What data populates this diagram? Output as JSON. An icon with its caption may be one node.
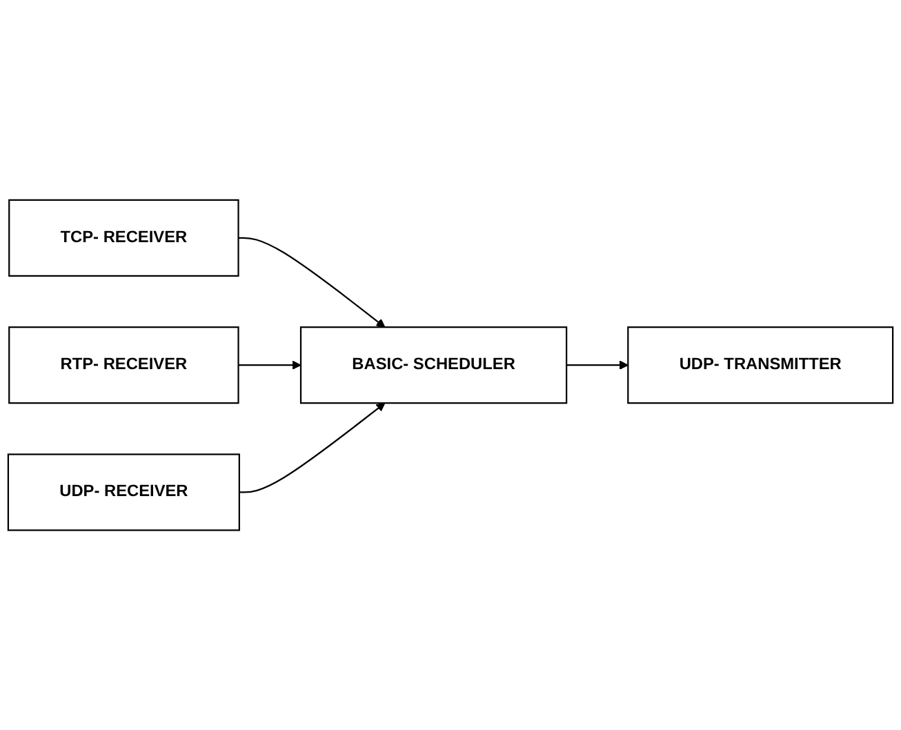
{
  "diagram": {
    "nodes": [
      {
        "text": [
          "TCP- RECEIVER"
        ]
      },
      {
        "text": [
          "RTP- RECEIVER"
        ]
      },
      {
        "text": [
          "BASIC- SCHEDULER"
        ]
      },
      {
        "text": [
          "UDP- TRANSMITTER"
        ]
      },
      {
        "text": [
          "UDP- RECEIVER"
        ]
      }
    ],
    "edges": [
      {
        "from": 0,
        "to": 2,
        "arrow": "to"
      },
      {
        "from": 1,
        "to": 2,
        "arrow": "to"
      },
      {
        "from": 2,
        "to": 3,
        "arrow": "to"
      },
      {
        "from": 4,
        "to": 2,
        "arrow": "to"
      }
    ]
  }
}
